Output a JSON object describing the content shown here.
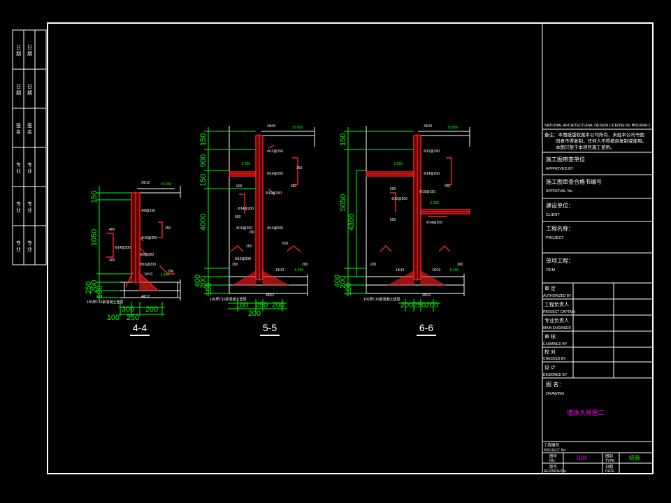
{
  "colors": {
    "frame": "#ffffff",
    "dim": "#00ff00",
    "wall": "#ff2020",
    "text": "#ffffff",
    "rebar": "#ff2020",
    "magenta": "#ff00ff",
    "yellow": "#ffff00"
  },
  "left_strip": {
    "rows_top": [
      "日 期",
      "日 期",
      "签 名",
      "专 业",
      "专 业",
      "专 业"
    ],
    "rows_bottom": [
      "日 期",
      "日 期",
      "签 名",
      "专 业",
      "专 业",
      "专 业"
    ]
  },
  "title_block": {
    "license": "NATIONAL ARCHITECTURAL DESIGN LICENSE No.甲310040-1",
    "notes": [
      "备注：本图纸版权属本公司所有，未经本公司书面",
      "同意不得复制，任何人不得擅自复制或使用。",
      "本图只限于本项目施工使用。"
    ],
    "approval_unit_cn": "施工图审查单位",
    "approval_unit_en": "APPROVED BY",
    "approval_no_cn": "施工图审查合格书编号",
    "approval_no_en": "APPROVAL No.",
    "client_cn": "建设单位：",
    "client_en": "CLIENT",
    "project_cn": "工程名称：",
    "project_en": "PROJECT",
    "item_cn": "单项工程：",
    "item_en": "ITEM",
    "roles": [
      {
        "cn": "审    定",
        "en": "AUTHORIZED BY"
      },
      {
        "cn": "工程负责人",
        "en": "PROJECT CAPTAIN"
      },
      {
        "cn": "专业负责人",
        "en": "MAIN ENGINEER"
      },
      {
        "cn": "审    核",
        "en": "EXAMINED BY"
      },
      {
        "cn": "校    对",
        "en": "CHECKED BY"
      },
      {
        "cn": "设    计",
        "en": "DESIGNED BY"
      }
    ],
    "drawing_cn": "图    名：",
    "drawing_en": "DRAWING",
    "drawing_title": "墙体大样图二",
    "project_no_label": "工程编号",
    "project_no_en": "PROJECT No.",
    "sheet_no_label": "图号",
    "sheet_no_en": "NO.",
    "sheet_no": "G04",
    "type_label": "图别",
    "type_en": "TYPE",
    "type_value": "结施",
    "revision_label": "版号",
    "revision_en": "REVISION No.",
    "date_label": "日期",
    "date_en": "DATE"
  },
  "sections": [
    {
      "label": "4-4"
    },
    {
      "label": "5-5"
    },
    {
      "label": "6-6"
    }
  ],
  "dims_44": {
    "v": [
      "150",
      "1050",
      "250",
      "200",
      "100"
    ],
    "h": [
      "300",
      "200",
      "100",
      "250"
    ],
    "notes": [
      "3Φ12",
      "±0.000",
      "Φ8@150",
      "Φ10@200",
      "Φ14@200",
      "Φ8@200",
      "Φ16@200",
      "4Φ12",
      "-1.400",
      "1Φ10",
      "100厚C15素混凝土垫层",
      "400",
      "400",
      "200",
      "250"
    ]
  },
  "dims_55": {
    "v": [
      "150",
      "900",
      "150",
      "4000",
      "400",
      "200",
      "100"
    ],
    "h": [
      "100",
      "250",
      "200",
      "200"
    ],
    "notes": [
      "3Φ20",
      "±0.000",
      "-0.900",
      "Φ12@150",
      "Φ14@200",
      "Φ10@150",
      "Φ14@200",
      "Φ10@200",
      "Φ14@200",
      "Φ10@200",
      "1Φ10",
      "-5.400",
      "4Φ22",
      "100厚C15素混凝土垫层",
      "600",
      "600",
      "550",
      "350",
      "200",
      "250",
      "600",
      "200",
      "200"
    ]
  },
  "dims_66": {
    "v": [
      "150",
      "5050",
      "4300",
      "400",
      "200",
      "100"
    ],
    "h": [
      "200",
      "250",
      "200"
    ],
    "notes": [
      "3Φ20",
      "±0.000",
      "-0.900",
      "Φ12@150",
      "Φ14@200",
      "Φ10@150",
      "-3.300",
      "Φ12@200",
      "Φ14@200",
      "1Φ10",
      "1Φ10",
      "-5.400",
      "4Φ22",
      "100厚C15素混凝土垫层",
      "600",
      "600",
      "550",
      "200",
      "200"
    ]
  }
}
